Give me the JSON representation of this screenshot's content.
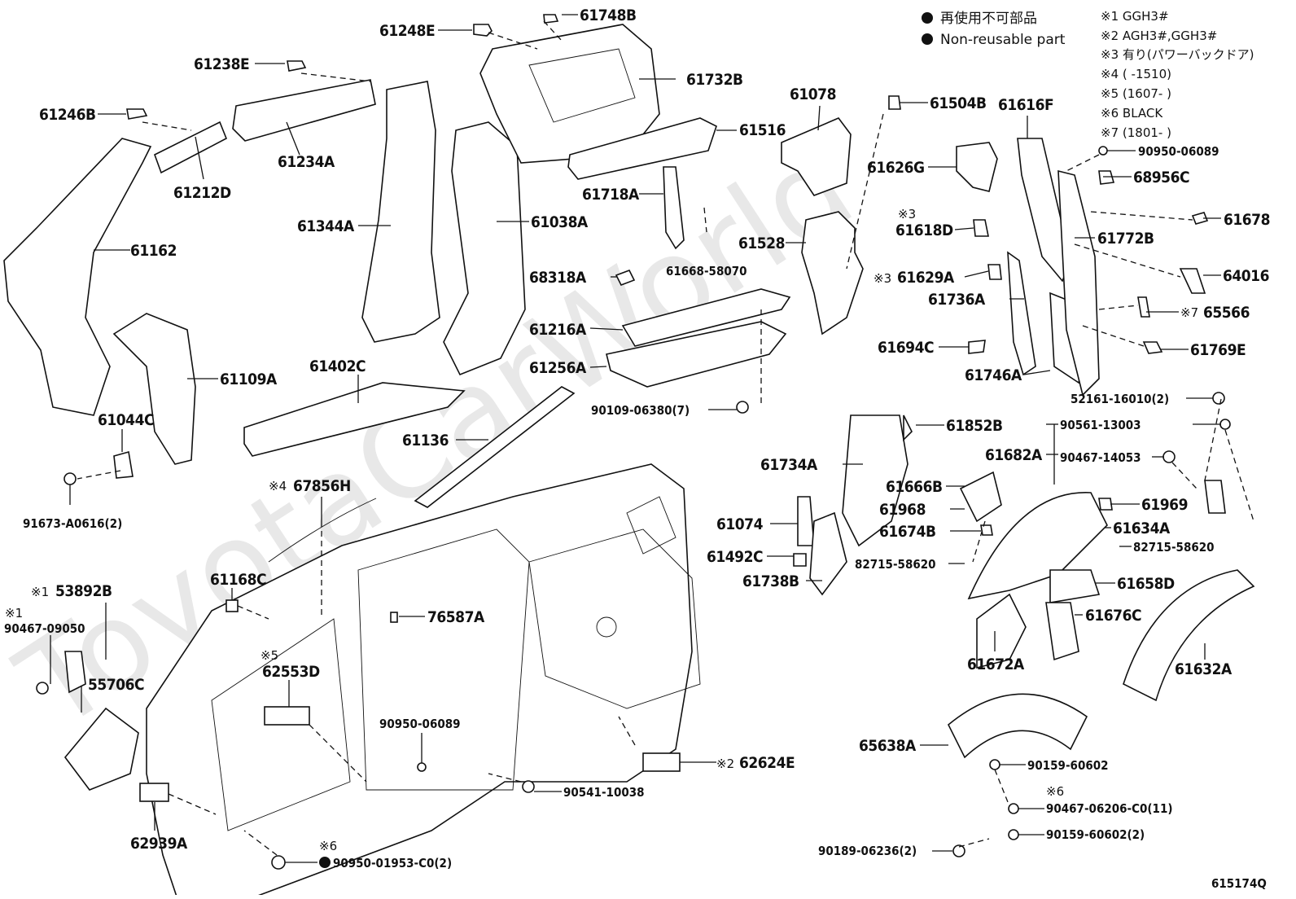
{
  "diagram_id": "615174Q",
  "watermark": "ToyotaCarWorld",
  "legend": {
    "items": [
      {
        "label": "再使用不可部品"
      },
      {
        "label": "Non-reusable part"
      }
    ]
  },
  "notes": [
    {
      "mark": "※1",
      "text": "GGH3#"
    },
    {
      "mark": "※2",
      "text": "AGH3#,GGH3#"
    },
    {
      "mark": "※3",
      "text": "有り(パワーバックドア)"
    },
    {
      "mark": "※4",
      "text": "(     -1510)"
    },
    {
      "mark": "※5",
      "text": "(1607-     )"
    },
    {
      "mark": "※6",
      "text": "BLACK"
    },
    {
      "mark": "※7",
      "text": "(1801-     )"
    }
  ],
  "labels": [
    {
      "id": "p61248E",
      "text": "61248E"
    },
    {
      "id": "p61748B",
      "text": "61748B"
    },
    {
      "id": "p61238E",
      "text": "61238E"
    },
    {
      "id": "p61246B",
      "text": "61246B"
    },
    {
      "id": "p61212D",
      "text": "61212D"
    },
    {
      "id": "p61234A",
      "text": "61234A"
    },
    {
      "id": "p61732B",
      "text": "61732B"
    },
    {
      "id": "p61078",
      "text": "61078"
    },
    {
      "id": "p61504B",
      "text": "61504B"
    },
    {
      "id": "p61616F",
      "text": "61616F"
    },
    {
      "id": "p61516",
      "text": "61516"
    },
    {
      "id": "p61344A",
      "text": "61344A"
    },
    {
      "id": "p61038A",
      "text": "61038A"
    },
    {
      "id": "p61718A",
      "text": "61718A"
    },
    {
      "id": "p61162",
      "text": "61162"
    },
    {
      "id": "p61626G",
      "text": "61626G"
    },
    {
      "id": "p90950_06089a",
      "text": "90950-06089"
    },
    {
      "id": "p68956C",
      "text": "68956C"
    },
    {
      "id": "p61678",
      "text": "61678"
    },
    {
      "id": "p61618D",
      "text": "61618D"
    },
    {
      "id": "p61772B",
      "text": "61772B"
    },
    {
      "id": "p61528",
      "text": "61528"
    },
    {
      "id": "p61668",
      "text": "61668-58070"
    },
    {
      "id": "p64016",
      "text": "64016"
    },
    {
      "id": "p68318A",
      "text": "68318A"
    },
    {
      "id": "p61629A",
      "text": "61629A"
    },
    {
      "id": "p61736A",
      "text": "61736A"
    },
    {
      "id": "p65566",
      "text": "65566"
    },
    {
      "id": "p61216A",
      "text": "61216A"
    },
    {
      "id": "p61694C",
      "text": "61694C"
    },
    {
      "id": "p61769E",
      "text": "61769E"
    },
    {
      "id": "p61256A",
      "text": "61256A"
    },
    {
      "id": "p61746A",
      "text": "61746A"
    },
    {
      "id": "p61109A",
      "text": "61109A"
    },
    {
      "id": "p61402C",
      "text": "61402C"
    },
    {
      "id": "p52161",
      "text": "52161-16010(2)"
    },
    {
      "id": "p90109",
      "text": "90109-06380(7)"
    },
    {
      "id": "p61044C",
      "text": "61044C"
    },
    {
      "id": "p61852B",
      "text": "61852B"
    },
    {
      "id": "p90561",
      "text": "90561-13003"
    },
    {
      "id": "p61136",
      "text": "61136"
    },
    {
      "id": "p61682A",
      "text": "61682A"
    },
    {
      "id": "p61734A",
      "text": "61734A"
    },
    {
      "id": "p90467_14053",
      "text": "90467-14053"
    },
    {
      "id": "p67856H",
      "text": "67856H"
    },
    {
      "id": "p61666B",
      "text": "61666B"
    },
    {
      "id": "p91673",
      "text": "91673-A0616(2)"
    },
    {
      "id": "p61969",
      "text": "61969"
    },
    {
      "id": "p61968",
      "text": "61968"
    },
    {
      "id": "p61074",
      "text": "61074"
    },
    {
      "id": "p61634A",
      "text": "61634A"
    },
    {
      "id": "p61674B",
      "text": "61674B"
    },
    {
      "id": "p82715a",
      "text": "82715-58620"
    },
    {
      "id": "p61492C",
      "text": "61492C"
    },
    {
      "id": "p82715b",
      "text": "82715-58620"
    },
    {
      "id": "p61168C",
      "text": "61168C"
    },
    {
      "id": "p61738B",
      "text": "61738B"
    },
    {
      "id": "p61658D",
      "text": "61658D"
    },
    {
      "id": "p53892B",
      "text": "53892B"
    },
    {
      "id": "p76587A",
      "text": "76587A"
    },
    {
      "id": "p90467_09050",
      "text": "90467-09050"
    },
    {
      "id": "p61676C",
      "text": "61676C"
    },
    {
      "id": "p62553D",
      "text": "62553D"
    },
    {
      "id": "p55706C",
      "text": "55706C"
    },
    {
      "id": "p61672A",
      "text": "61672A"
    },
    {
      "id": "p61632A",
      "text": "61632A"
    },
    {
      "id": "p90950_06089b",
      "text": "90950-06089"
    },
    {
      "id": "p65638A",
      "text": "65638A"
    },
    {
      "id": "p62624E",
      "text": "62624E"
    },
    {
      "id": "p90159a",
      "text": "90159-60602"
    },
    {
      "id": "p90541",
      "text": "90541-10038"
    },
    {
      "id": "p90467_06206",
      "text": "90467-06206-C0(11)"
    },
    {
      "id": "p62939A",
      "text": "62939A"
    },
    {
      "id": "p90159b",
      "text": "90159-60602(2)"
    },
    {
      "id": "p90189",
      "text": "90189-06236(2)"
    },
    {
      "id": "p90950_01953",
      "text": "90950-01953-C0(2)"
    }
  ],
  "marks": {
    "n1": "※1",
    "n2": "※2",
    "n3": "※3",
    "n4": "※4",
    "n5": "※5",
    "n6": "※6",
    "n7": "※7"
  }
}
